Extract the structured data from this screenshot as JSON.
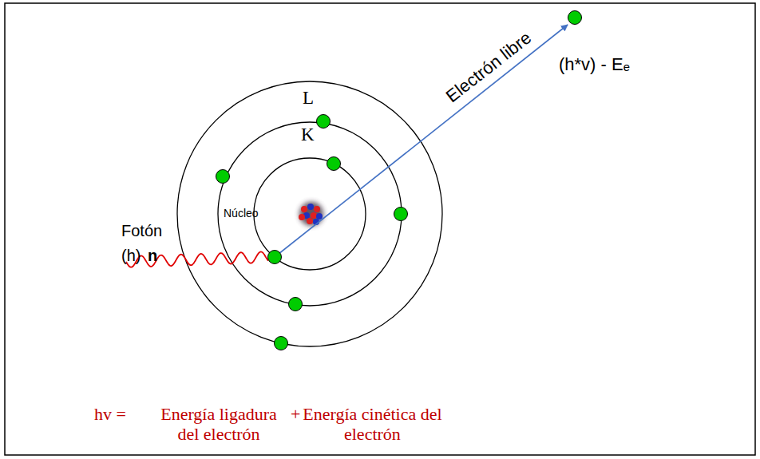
{
  "diagram": {
    "labels": [
      "L",
      "K",
      "Núcleo",
      "Fotón",
      "(h)",
      "n",
      "Electrón libre",
      "(h*v) - Eₑ",
      "hv =",
      "Energía ligadura del electrón",
      "+",
      "Energía cinética del electrón"
    ]
  }
}
